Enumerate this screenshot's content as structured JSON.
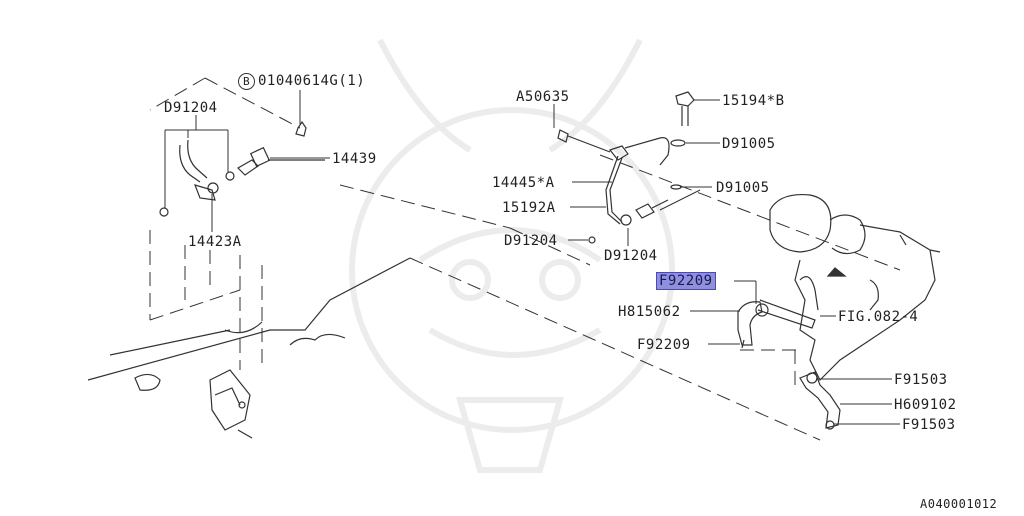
{
  "diagram": {
    "image_code": "A040001012",
    "labels": {
      "bolt_b": "01040614G(1)",
      "b_marker": "B",
      "d91204_top": "D91204",
      "p14439": "14439",
      "p14423a": "14423A",
      "a50635": "A50635",
      "p15194b": "15194*B",
      "d91005_a": "D91005",
      "d91005_b": "D91005",
      "p14445a": "14445*A",
      "p15192a": "15192A",
      "d91204_mid": "D91204",
      "d91204_low": "D91204",
      "f92209_hl": "F92209",
      "h815062": "H815062",
      "f92209": "F92209",
      "fig082": "FIG.082-4",
      "f91503_a": "F91503",
      "h609102": "H609102",
      "f91503_b": "F91503"
    }
  }
}
